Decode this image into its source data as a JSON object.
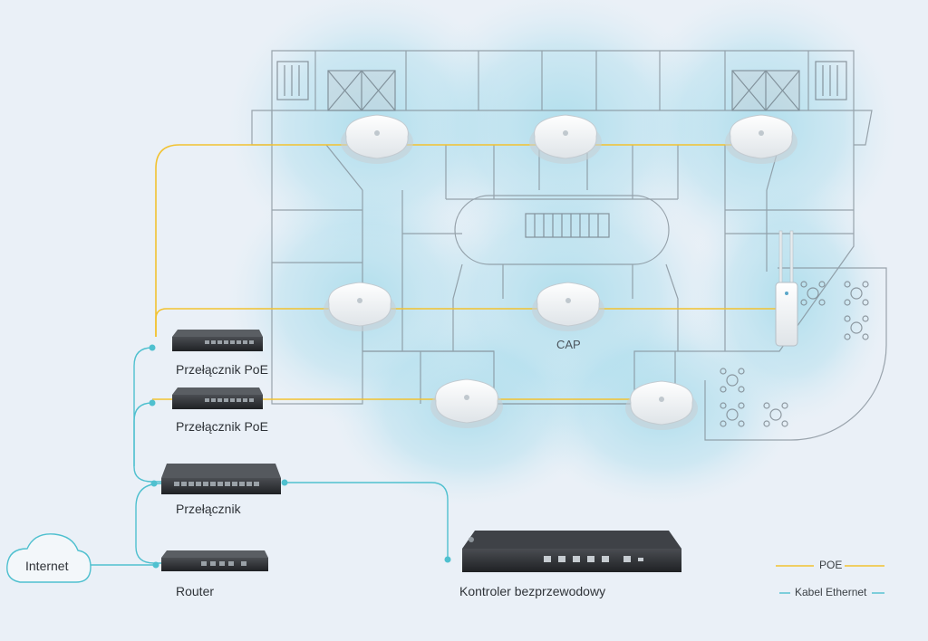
{
  "labels": {
    "poe_switch_1": "Przełącznik PoE",
    "poe_switch_2": "Przełącznik PoE",
    "switch": "Przełącznik",
    "router": "Router",
    "internet": "Internet",
    "controller": "Kontroler bezprzewodowy",
    "cap": "CAP"
  },
  "legend": {
    "poe": "POE",
    "ethernet": "Kabel Ethernet"
  },
  "colors": {
    "poe_line": "#f2c230",
    "ethernet_line": "#4fc0cf",
    "coverage": "#8fd3e6",
    "background": "#eaf0f7",
    "device_dark": "#2b2d30"
  },
  "icons": [
    "access-point-icon",
    "outdoor-access-point-icon",
    "poe-switch-icon",
    "switch-icon",
    "router-icon",
    "controller-icon",
    "cloud-icon",
    "table-icon",
    "stairs-icon"
  ]
}
